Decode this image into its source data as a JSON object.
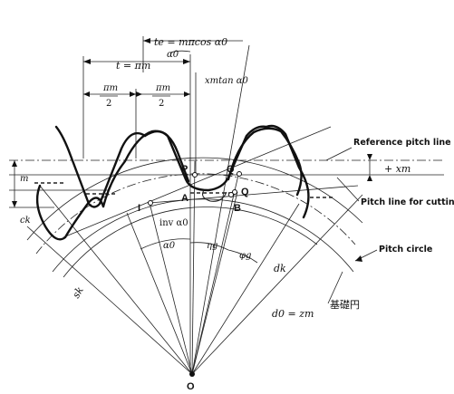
{
  "labels": {
    "te": "te = mπcos α0",
    "alpha0_top": "α0",
    "xmtan": "xmtan α0",
    "t_eq": "t = πm",
    "pim_left_num": "πm",
    "pim_left_den": "2",
    "pim_right_num": "πm",
    "pim_right_den": "2",
    "reference_pitch_line": "Reference pitch line",
    "plus_xm": "+ xm",
    "pitch_line_cutting": "Pitch line for cutting",
    "pitch_circle": "Pitch circle",
    "m_left": "m",
    "ck_left": "ck",
    "P": "P",
    "Q_upper": "Q",
    "Q_lower": "Q",
    "A": "A",
    "B": "B",
    "I": "I",
    "inv_alpha0": "inv α0",
    "alpha0_mid": "α0",
    "eta_g": "ηg",
    "phi_g": "φg",
    "dk": "dk",
    "base_circle_jp": "基礎円",
    "d0_eq": "d0 = zm",
    "sk": "sk",
    "O": "O"
  }
}
